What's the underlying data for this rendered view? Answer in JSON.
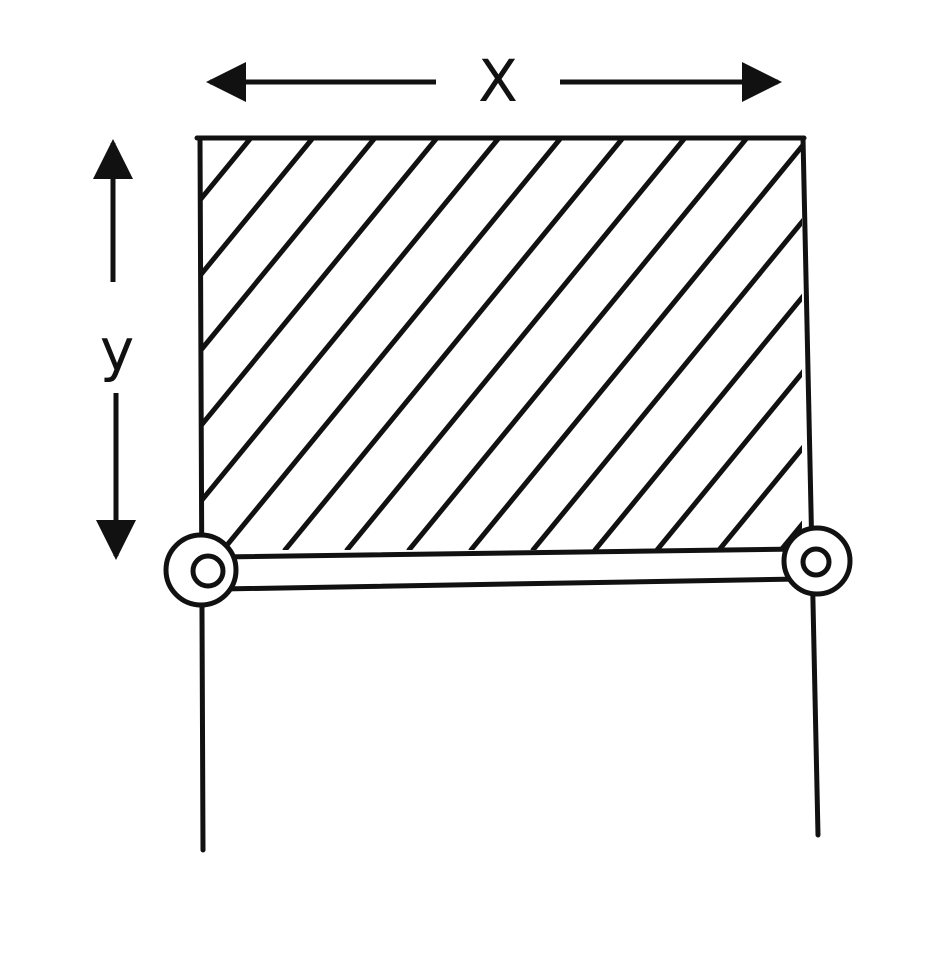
{
  "diagram": {
    "labels": {
      "width": "X",
      "height": "y"
    },
    "colors": {
      "ink": "#111111",
      "background": "#ffffff"
    },
    "components": [
      "hatched-film-region",
      "wire-frame-rails",
      "sliding-wire",
      "roller-ring-left",
      "roller-ring-right",
      "width-dimension-arrow",
      "height-dimension-arrow"
    ]
  }
}
